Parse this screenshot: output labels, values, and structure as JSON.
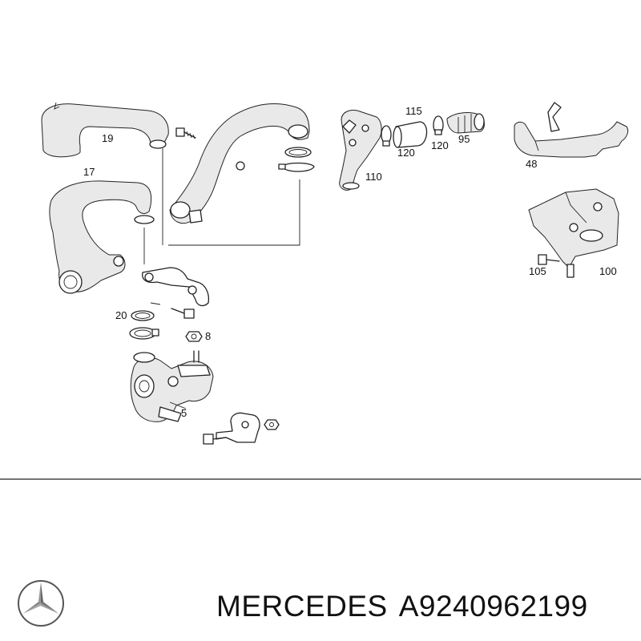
{
  "diagram": {
    "callouts": [
      {
        "id": "19",
        "text": "19"
      },
      {
        "id": "17",
        "text": "17"
      },
      {
        "id": "20",
        "text": "20"
      },
      {
        "id": "8",
        "text": "8"
      },
      {
        "id": "5",
        "text": "5"
      },
      {
        "id": "115",
        "text": "115"
      },
      {
        "id": "120a",
        "text": "120"
      },
      {
        "id": "120b",
        "text": "120"
      },
      {
        "id": "95",
        "text": "95"
      },
      {
        "id": "110",
        "text": "110"
      },
      {
        "id": "48",
        "text": "48"
      },
      {
        "id": "105",
        "text": "105"
      },
      {
        "id": "100",
        "text": "100"
      }
    ]
  },
  "footer": {
    "brand": "MERCEDES",
    "part_number": "A9240962199",
    "logo_icon": "mercedes-star-icon"
  }
}
